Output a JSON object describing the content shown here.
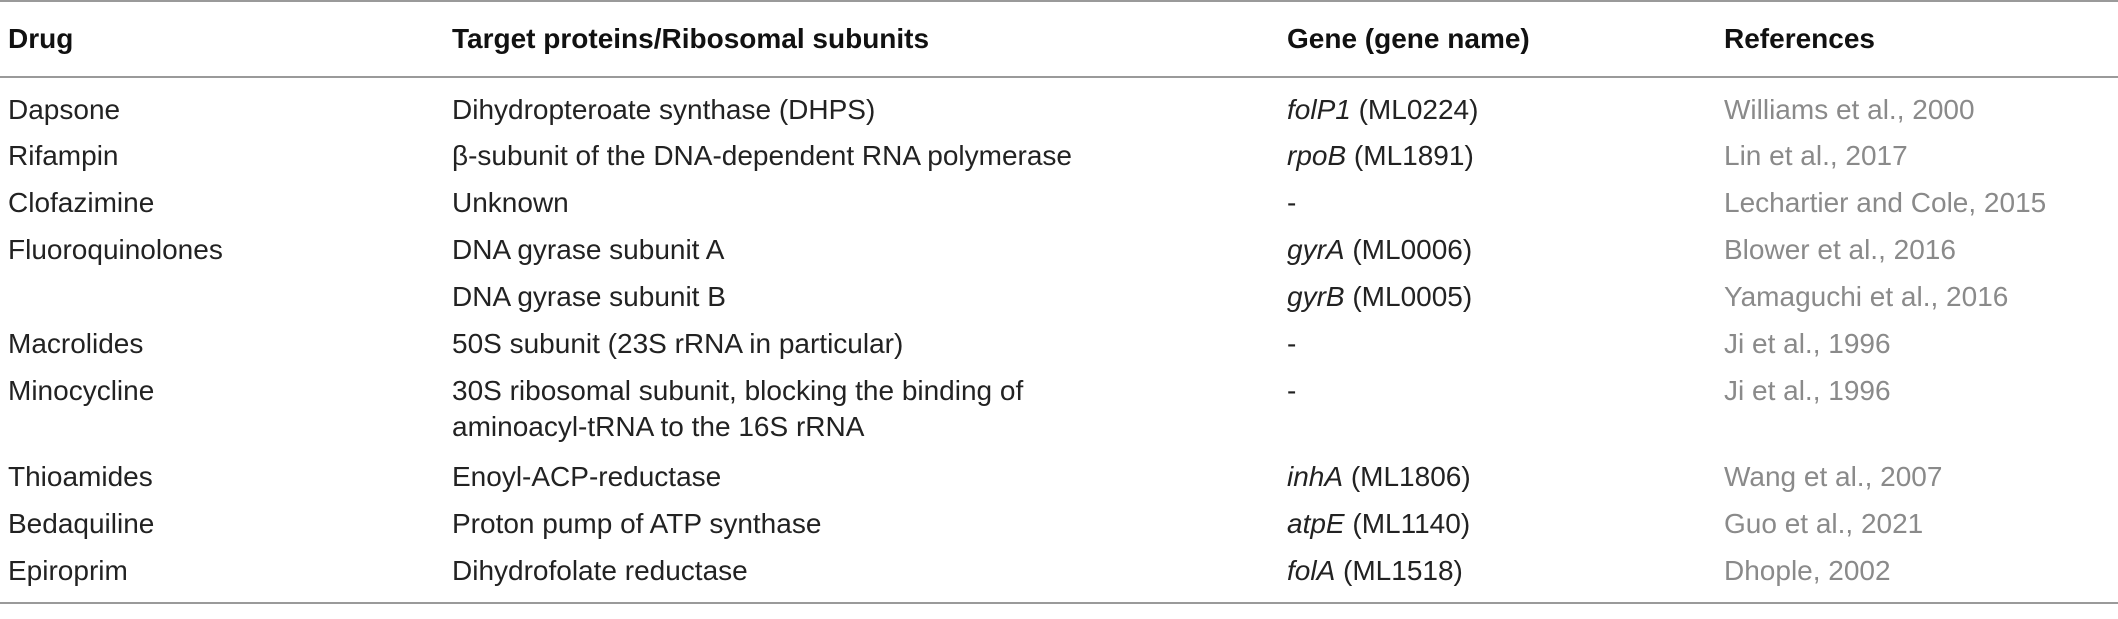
{
  "table": {
    "headers": {
      "drug": "Drug",
      "target": "Target proteins/Ribosomal subunits",
      "gene": "Gene (gene name)",
      "references": "References"
    },
    "rows": [
      {
        "drug": "Dapsone",
        "target": "Dihydropteroate synthase (DHPS)",
        "gene_symbol": "folP1",
        "gene_name": " (ML0224)",
        "reference": "Williams et al., 2000"
      },
      {
        "drug": "Rifampin",
        "target": "β-subunit of the DNA-dependent RNA polymerase",
        "gene_symbol": "rpoB",
        "gene_name": " (ML1891)",
        "reference": "Lin et al., 2017"
      },
      {
        "drug": "Clofazimine",
        "target": "Unknown",
        "gene_symbol": "",
        "gene_name": "-",
        "reference": "Lechartier and Cole, 2015"
      },
      {
        "drug": "Fluoroquinolones",
        "target": "DNA gyrase subunit A",
        "gene_symbol": "gyrA",
        "gene_name": " (ML0006)",
        "reference": "Blower et al., 2016"
      },
      {
        "drug": "",
        "target": "DNA gyrase subunit B",
        "gene_symbol": "gyrB",
        "gene_name": " (ML0005)",
        "reference": "Yamaguchi et al., 2016"
      },
      {
        "drug": "Macrolides",
        "target": "50S subunit (23S rRNA in particular)",
        "gene_symbol": "",
        "gene_name": "-",
        "reference": "Ji et al., 1996"
      },
      {
        "drug": "Minocycline",
        "target_line1": "30S ribosomal subunit, blocking the binding of",
        "target_line2": "aminoacyl-tRNA to the 16S rRNA",
        "gene_symbol": "",
        "gene_name": "-",
        "reference": "Ji et al., 1996"
      },
      {
        "drug": "Thioamides",
        "target": "Enoyl-ACP-reductase",
        "gene_symbol": "inhA",
        "gene_name": " (ML1806)",
        "reference": "Wang et al., 2007"
      },
      {
        "drug": "Bedaquiline",
        "target": "Proton pump of ATP synthase",
        "gene_symbol": "atpE",
        "gene_name": " (ML1140)",
        "reference": "Guo et al., 2021"
      },
      {
        "drug": "Epiroprim",
        "target": "Dihydrofolate reductase",
        "gene_symbol": "folA",
        "gene_name": " (ML1518)",
        "reference": "Dhople, 2002"
      }
    ]
  },
  "colors": {
    "text": "#222222",
    "reference_text": "#8a8a8a",
    "rule": "#9a9a9a"
  }
}
